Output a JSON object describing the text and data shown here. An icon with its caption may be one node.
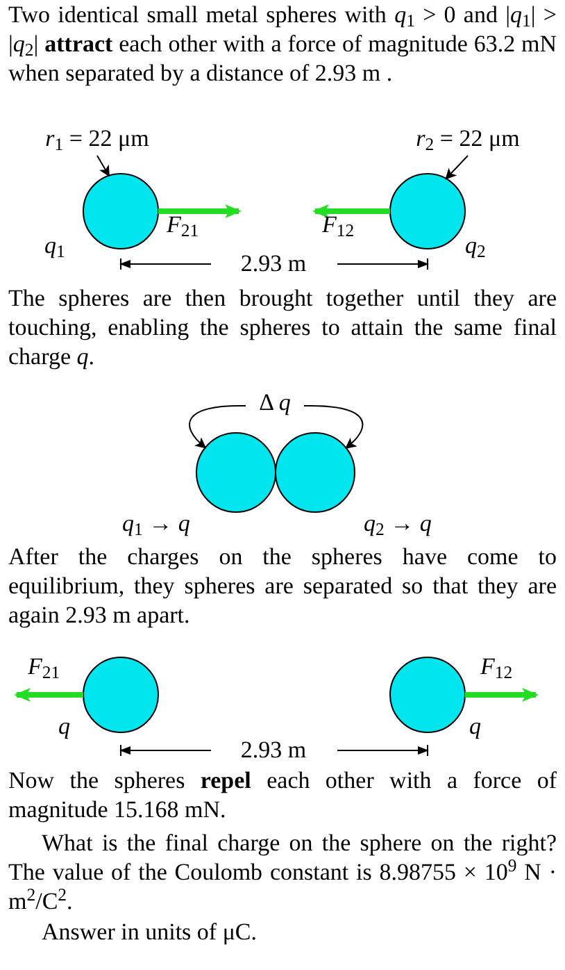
{
  "diagram": {
    "nodes": [
      {
        "text": [
          "*r*$_{1}$ = 22 μm"
        ]
      },
      {
        "text": [],
        "shape": "circle",
        "beside": [
          "*q*$_{1}$"
        ]
      },
      {
        "text": [
          "*r*$_{2}$ = 22 μm"
        ]
      },
      {
        "text": [],
        "shape": "circle",
        "beside": [
          "*q*$_{2}$"
        ]
      },
      {
        "text": [
          "Δ *q*"
        ]
      },
      {
        "text": [],
        "shape": "circle",
        "beside": [
          "*q*$_{1}$ → *q*"
        ]
      },
      {
        "text": [],
        "shape": "circle",
        "beside": [
          "*q*$_{2}$ → *q*"
        ]
      },
      {
        "text": [],
        "shape": "circle",
        "beside": [
          "*q*"
        ]
      },
      {
        "text": [],
        "shape": "circle",
        "beside": [
          "*q*"
        ]
      }
    ],
    "edges": [
      {
        "from": 0,
        "to": 1,
        "arrow": "to"
      },
      {
        "from": 2,
        "to": 3,
        "arrow": "to"
      },
      {
        "from": 4,
        "to": 5,
        "arrow": "to"
      },
      {
        "from": 4,
        "to": 6,
        "arrow": "to"
      }
    ],
    "labels": [
      "Two identical small metal spheres with *q*$_{1}$ > 0 and |*q*$_{1}$| > |*q*$_{2}$| **attract** each other with a force of magnitude 63.2 mN when separated by a distance of 2.93 m .",
      "*F*$_{21}$",
      "*F*$_{12}$",
      "2.93 m",
      "The spheres are then brought together until they are touching, enabling the spheres to attain the same final charge *q*.",
      "After the charges on the spheres have come to equilibrium, they spheres are separated so that they are again 2.93 m apart.",
      "*F*$_{21}$",
      "*F*$_{12}$",
      "2.93 m",
      "Now the spheres **repel** each other with a force of magnitude 15.168 mN.",
      "What is the final charge on the sphere on the right? The value of the Coulomb constant is 8.98755 × 10$^{9}$ N · m$^{2}$/C$^{2}$.",
      "Answer in units of μC."
    ]
  }
}
